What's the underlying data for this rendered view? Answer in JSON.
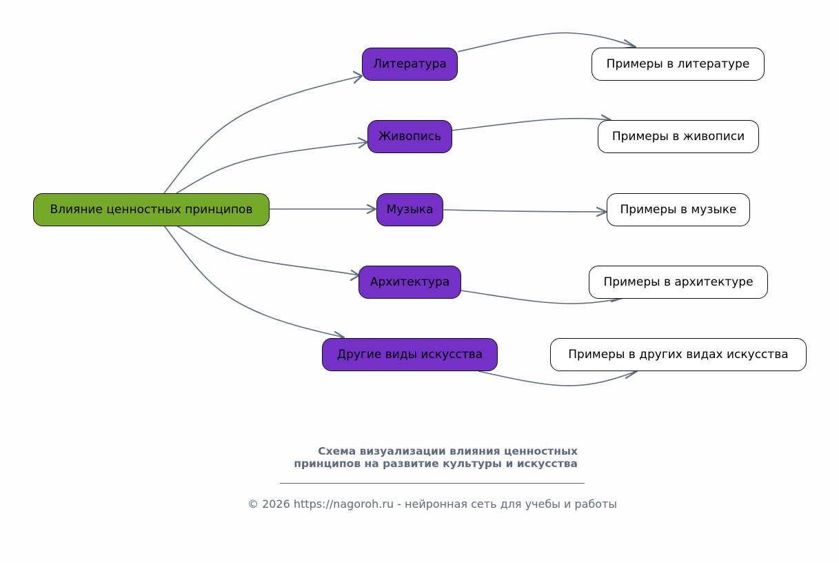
{
  "diagram": {
    "root": "Влияние ценностных принципов",
    "categories": [
      "Литература",
      "Живопись",
      "Музыка",
      "Архитектура",
      "Другие виды искусства"
    ],
    "examples": [
      "Примеры в литературе",
      "Примеры в живописи",
      "Примеры в музыке",
      "Примеры в архитектуре",
      "Примеры в других видах искусства"
    ],
    "colors": {
      "root": "#76a92a",
      "category": "#7331c6",
      "example": "#ffffff",
      "edge": "#5f6b79",
      "text_muted": "#5f6b79"
    }
  },
  "title": {
    "line1": "Схема визуализации влияния ценностных",
    "line2": "принципов на развитие культуры и искусства"
  },
  "footer": {
    "text": "© 2026 https://nagoroh.ru - нейронная сеть для учебы и работы"
  }
}
